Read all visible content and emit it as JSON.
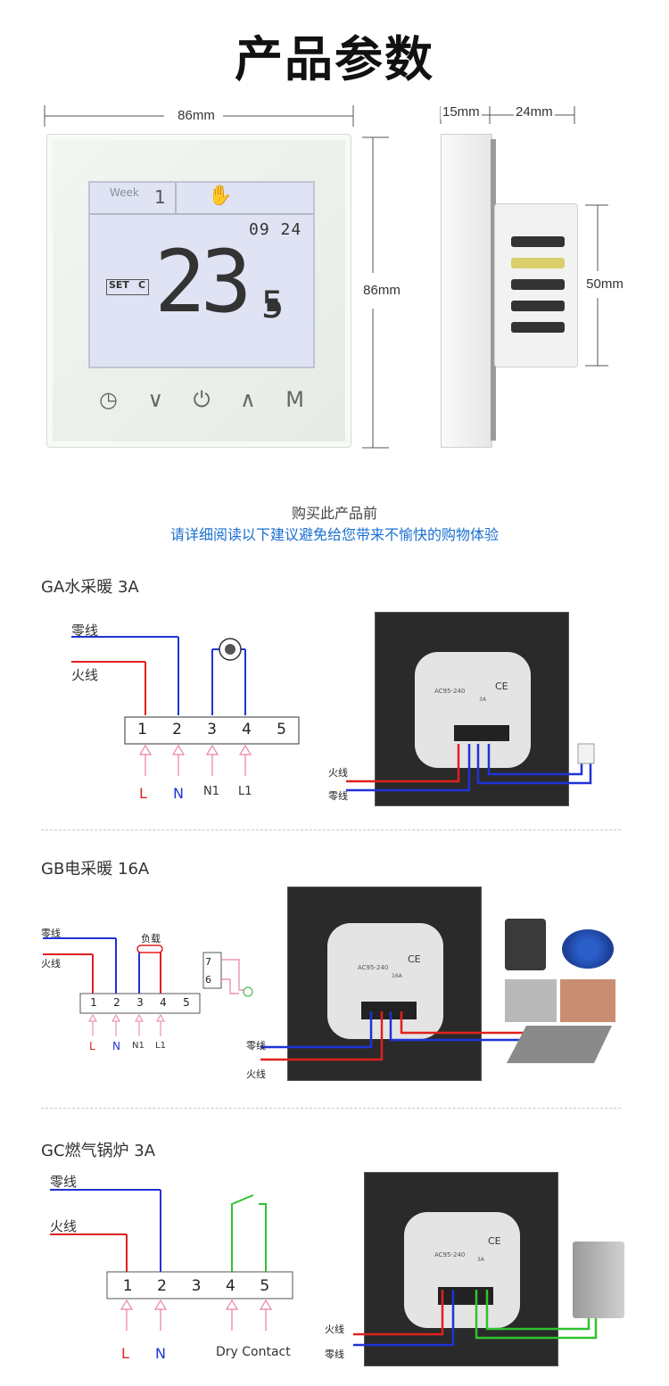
{
  "header": {
    "title": "产品参数"
  },
  "dimensions": {
    "front_width": "86mm",
    "front_height": "86mm",
    "side_front": "15mm",
    "side_back": "24mm",
    "side_height": "50mm"
  },
  "lcd": {
    "week_label": "Week",
    "week_value": "1",
    "time": "09 24",
    "set_label": "SET",
    "unit": "C",
    "temp_main": "23.",
    "temp_decimal": "5"
  },
  "buttons": [
    {
      "name": "clock-icon",
      "glyph": "◷"
    },
    {
      "name": "down-button",
      "glyph": "∨"
    },
    {
      "name": "power-icon",
      "glyph": "⏻"
    },
    {
      "name": "up-button",
      "glyph": "∧"
    },
    {
      "name": "mode-button",
      "glyph": "M"
    }
  ],
  "notice": {
    "line1": "购买此产品前",
    "line2": "请详细阅读以下建议避免给您带来不愉快的购物体验"
  },
  "sections": [
    {
      "title": "GA水采暖 3A",
      "neutral": "零线",
      "live": "火线",
      "terminals": [
        "1",
        "2",
        "3",
        "4",
        "5"
      ],
      "labels": [
        "L",
        "N",
        "N1",
        "L1"
      ],
      "photo_neutral": "零线",
      "photo_live": "火线",
      "back_label": "AC95-240",
      "back_rating": "3A"
    },
    {
      "title": "GB电采暖 16A",
      "neutral": "零线",
      "live": "火线",
      "load": "负载",
      "terminals": [
        "1",
        "2",
        "3",
        "4",
        "5"
      ],
      "labels": [
        "L",
        "N",
        "N1",
        "L1"
      ],
      "sensor_terminals": [
        "7",
        "6"
      ],
      "photo_neutral": "零线",
      "photo_live": "火线",
      "back_label": "AC95-240",
      "back_rating": "16A"
    },
    {
      "title": "GC燃气锅炉 3A",
      "neutral": "零线",
      "live": "火线",
      "terminals": [
        "1",
        "2",
        "3",
        "4",
        "5"
      ],
      "labels": [
        "L",
        "N",
        "Dry Contact"
      ],
      "photo_neutral": "零线",
      "photo_live": "火线",
      "back_label": "AC95-240",
      "back_rating": "3A"
    }
  ],
  "colors": {
    "live": "#e0201e",
    "neutral": "#1f33d6",
    "dry": "#2ec42e",
    "arrow": "#e97fa5",
    "accent": "#1a6fd1"
  }
}
